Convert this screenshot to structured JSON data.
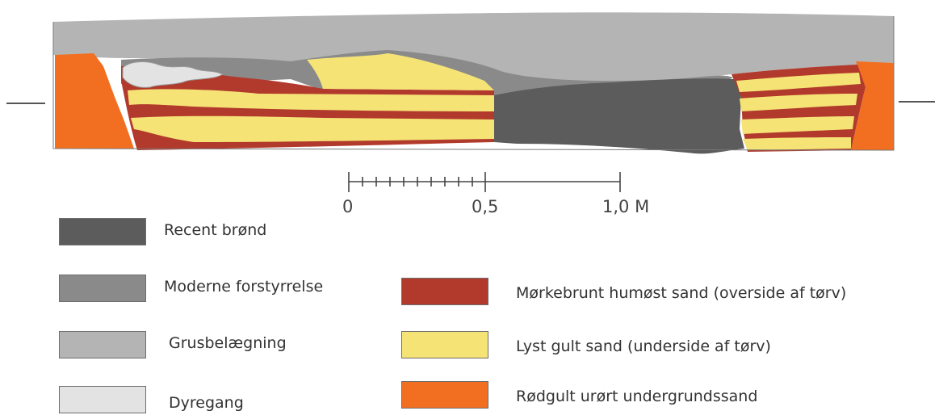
{
  "scale_bar": {
    "ticks": [
      "0",
      "0,5",
      "1,0 M"
    ]
  },
  "legend": {
    "items": [
      {
        "label": "Recent brønd",
        "color": "#5c5c5c"
      },
      {
        "label": "Moderne forstyrrelse",
        "color": "#8a8a8a"
      },
      {
        "label": "Grusbelægning",
        "color": "#b4b4b4"
      },
      {
        "label": "Dyregang",
        "color": "#e3e3e3"
      },
      {
        "label": "Mørkebrunt humøst sand (overside af tørv)",
        "color": "#b23a2c"
      },
      {
        "label": "Lyst gult sand (underside af tørv)",
        "color": "#f5e376"
      },
      {
        "label": "Rødgult urørt undergrundssand",
        "color": "#f26f21"
      }
    ]
  }
}
